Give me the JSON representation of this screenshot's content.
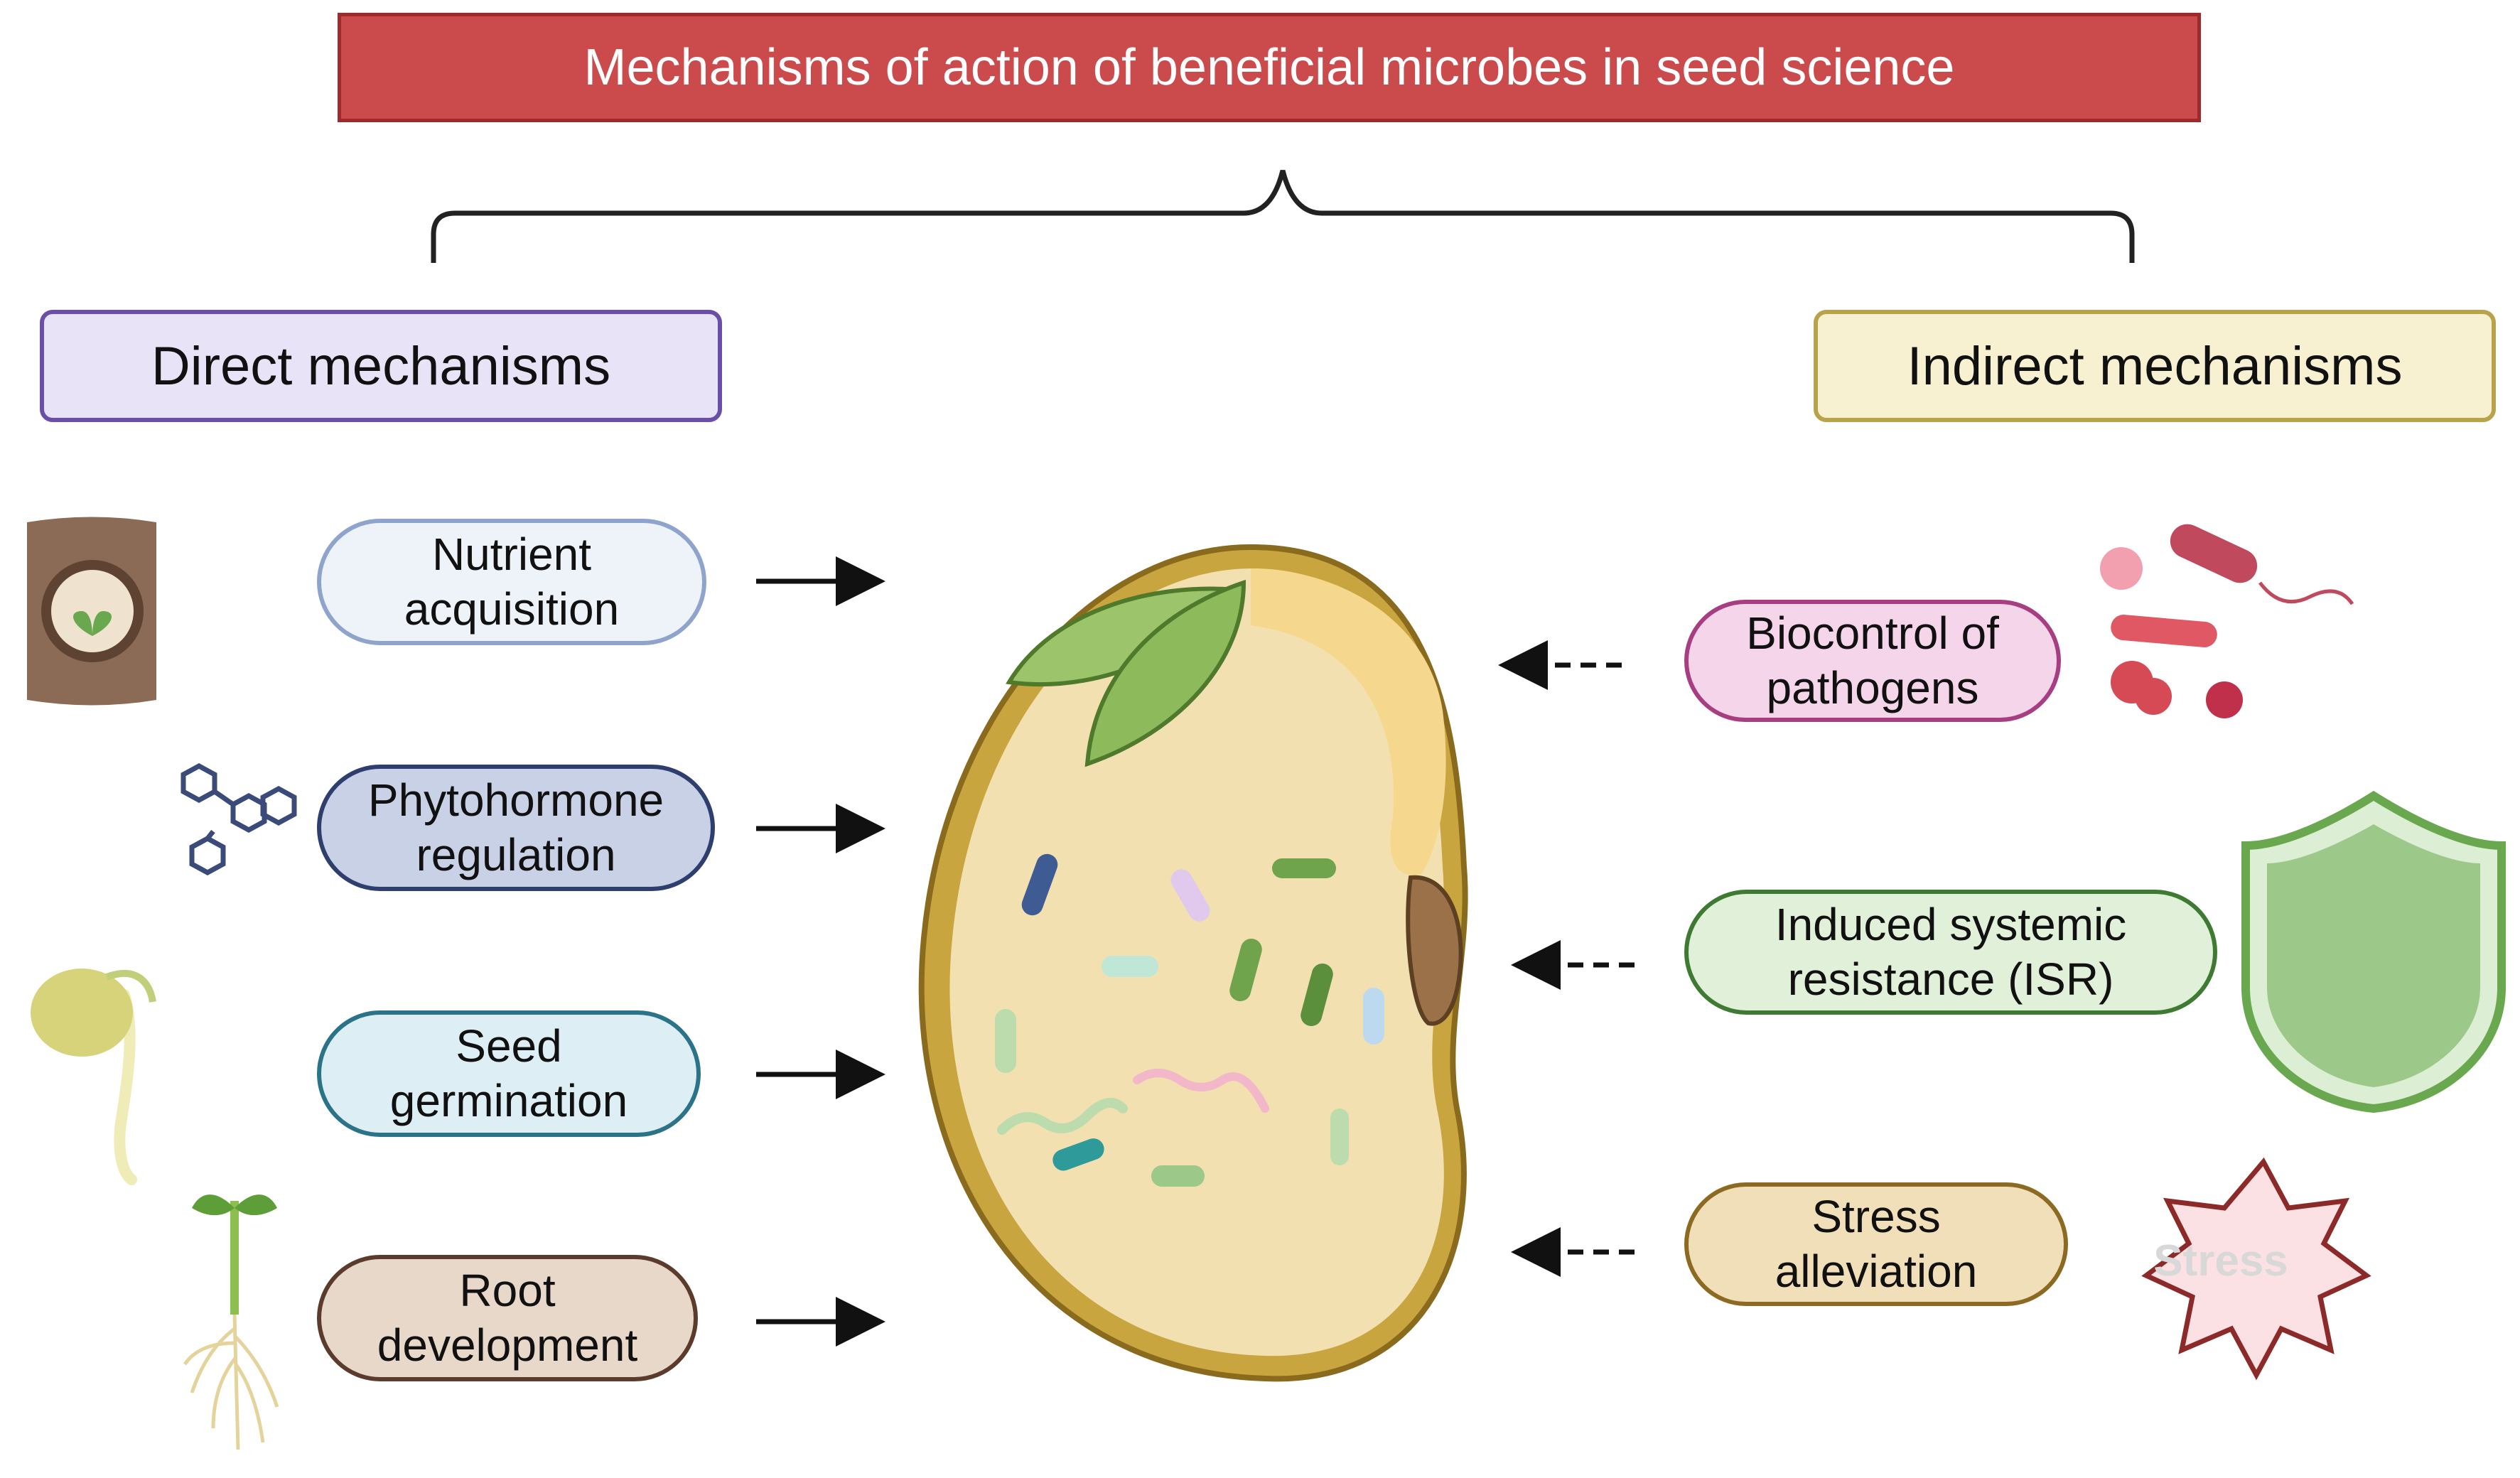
{
  "title": "Mechanisms of action of beneficial microbes in seed science",
  "direct": {
    "heading": "Direct mechanisms",
    "items": [
      {
        "line1": "Nutrient",
        "line2": "acquisition"
      },
      {
        "line1": "Phytohormone",
        "line2": "regulation"
      },
      {
        "line1": "Seed",
        "line2": "germination"
      },
      {
        "line1": "Root",
        "line2": "development"
      }
    ]
  },
  "indirect": {
    "heading": "Indirect mechanisms",
    "items": [
      {
        "line1": "Biocontrol of",
        "line2": "pathogens"
      },
      {
        "line1": "Induced systemic",
        "line2": "resistance (ISR)"
      },
      {
        "line1": "Stress",
        "line2": "alleviation"
      }
    ],
    "stress_label": "Stress"
  },
  "icons": [
    "fertilizer-bag-icon",
    "molecule-icon",
    "germinating-seed-icon",
    "seedling-roots-icon",
    "pathogens-icon",
    "shield-icon",
    "stress-burst-icon",
    "seed-icon"
  ],
  "colors": {
    "title": "#cb4a4c",
    "direct": "#6a4fa8",
    "indirect": "#b8a24a"
  }
}
